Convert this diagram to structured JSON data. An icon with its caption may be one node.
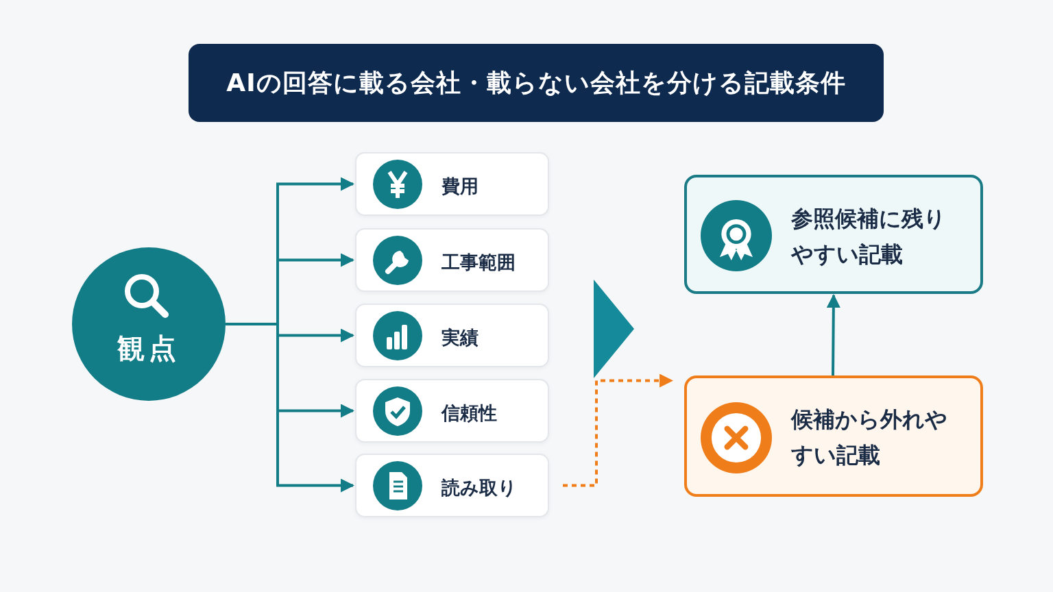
{
  "diagram": {
    "title": "AIの回答に載る会社・載らない会社を分ける記載条件",
    "nodes": [
      {
        "text": [
          "観点"
        ]
      },
      {
        "text": [
          "費用"
        ]
      },
      {
        "text": [
          "工事範囲"
        ]
      },
      {
        "text": [
          "実績"
        ]
      },
      {
        "text": [
          "信頼性"
        ]
      },
      {
        "text": [
          "読み取り"
        ]
      },
      {
        "text": [
          "参照候補に残りやすい記載"
        ]
      },
      {
        "text": [
          "候補から外れやすい記載"
        ]
      }
    ],
    "edges": [
      {
        "from": 0,
        "to": 1,
        "arrow": "to"
      },
      {
        "from": 0,
        "to": 2,
        "arrow": "to"
      },
      {
        "from": 0,
        "to": 3,
        "arrow": "to"
      },
      {
        "from": 0,
        "to": 4,
        "arrow": "to"
      },
      {
        "from": 0,
        "to": 5,
        "arrow": "to"
      },
      {
        "from": 5,
        "to": 7,
        "arrow": "to",
        "style": "dashed",
        "color": "#ef7d1a"
      },
      {
        "from": 7,
        "to": 6,
        "arrow": "to"
      }
    ]
  }
}
